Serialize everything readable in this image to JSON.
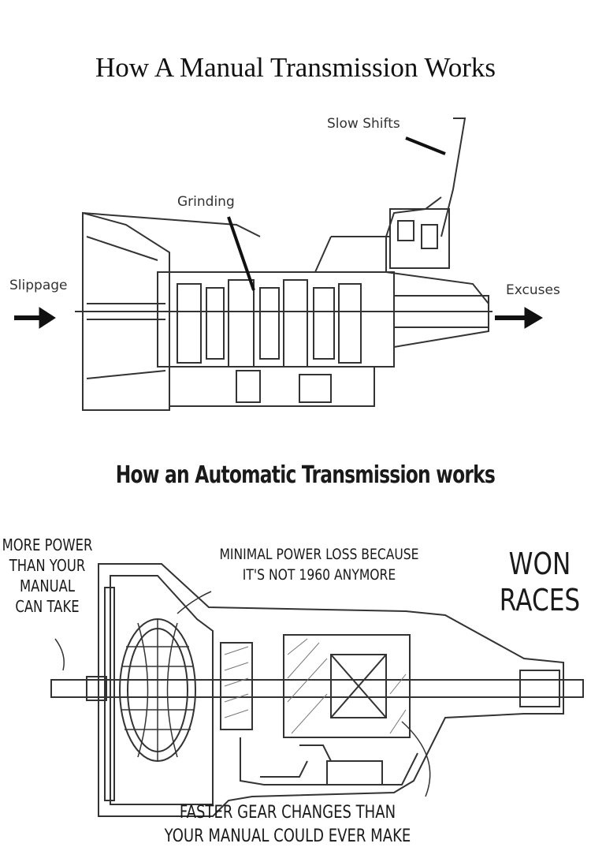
{
  "manual": {
    "title": "How A Manual Transmission Works",
    "labels": {
      "slow_shifts": "Slow Shifts",
      "grinding": "Grinding",
      "slippage": "Slippage",
      "excuses": "Excuses"
    }
  },
  "automatic": {
    "title": "How an Automatic Transmission works",
    "labels": {
      "more_power": [
        "MORE POWER",
        "THAN YOUR",
        "MANUAL",
        "CAN TAKE"
      ],
      "minimal_loss": [
        "MINIMAL POWER LOSS BECAUSE",
        "IT'S NOT 1960 ANYMORE"
      ],
      "won_races": [
        "WON",
        "RACES"
      ],
      "faster_gears": [
        "FASTER GEAR CHANGES THAN",
        "YOUR MANUAL COULD EVER MAKE"
      ]
    }
  },
  "colors": {
    "ink": "#111111",
    "line": "#333333",
    "background": "#ffffff"
  }
}
